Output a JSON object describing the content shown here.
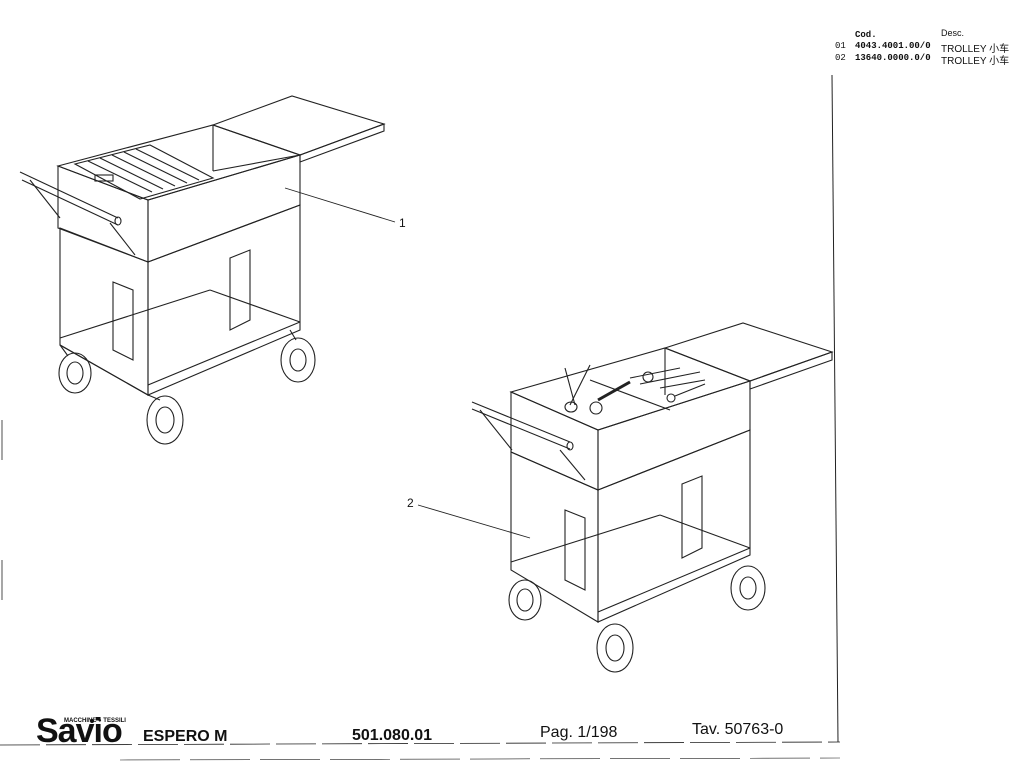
{
  "parts_table": {
    "header": {
      "code": "Cod.",
      "desc": "Desc."
    },
    "rows": [
      {
        "no": "01",
        "code": "4043.4001.00/0",
        "desc": "TROLLEY 小车"
      },
      {
        "no": "02",
        "code": "13640.0000.0/0",
        "desc": "TROLLEY 小车"
      }
    ]
  },
  "callouts": [
    "1",
    "2"
  ],
  "title_block": {
    "logo": "Savio",
    "logo_tagline": "MACCHINE ● TESSILI",
    "model": "ESPERO M",
    "drawing_code": "501.080.01",
    "page": "Pag. 1/198",
    "table_ref": "Tav. 50763-0"
  },
  "colors": {
    "line": "#222222",
    "background": "#ffffff"
  }
}
